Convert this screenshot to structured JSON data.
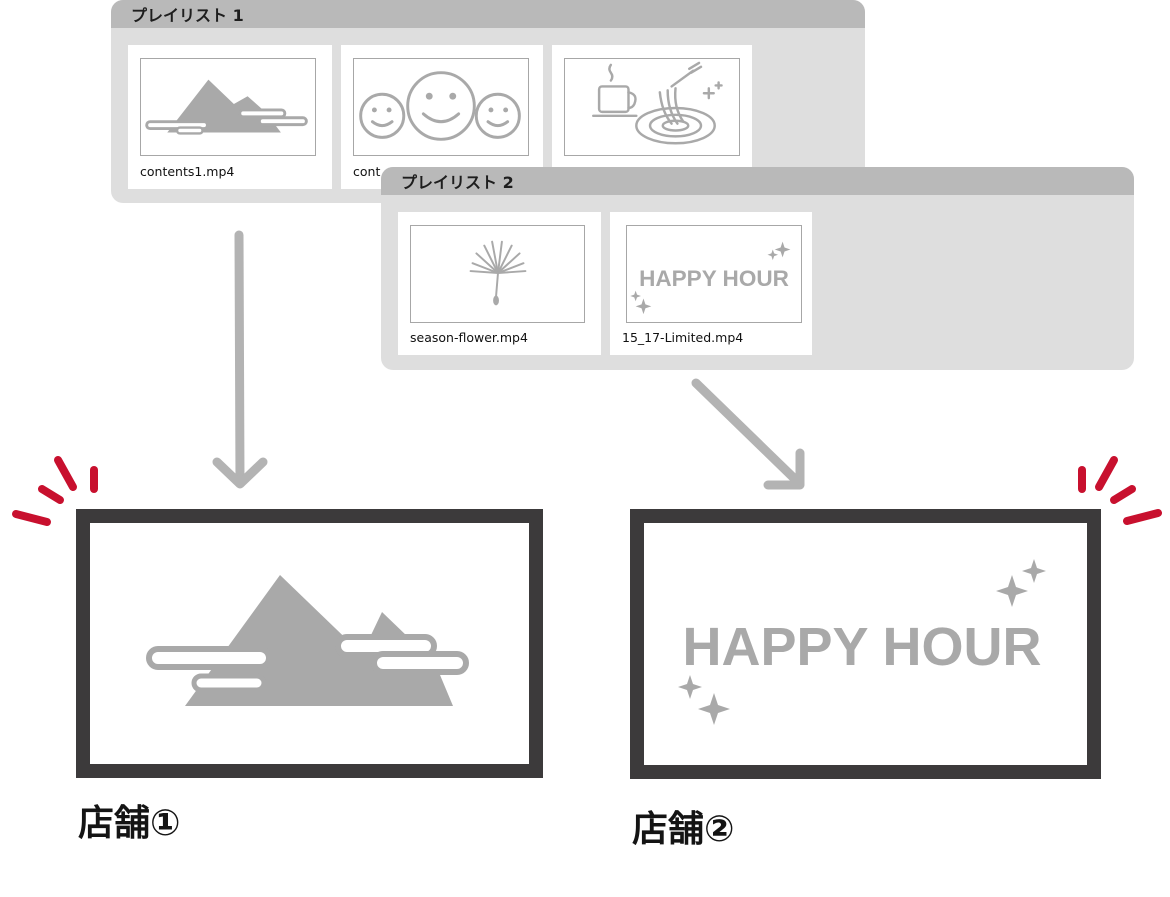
{
  "playlist1": {
    "title": "プレイリスト 1",
    "items": [
      {
        "filename": "contents1.mp4",
        "thumbnail_icon": "mountain-cloud-icon"
      },
      {
        "filename": "cont",
        "thumbnail_icon": "smiley-faces-icon"
      },
      {
        "filename": "",
        "thumbnail_icon": "coffee-pasta-icon"
      }
    ]
  },
  "playlist2": {
    "title": "プレイリスト 2",
    "items": [
      {
        "filename": "season-flower.mp4",
        "thumbnail_icon": "dandelion-icon"
      },
      {
        "filename": "15_17-Limited.mp4",
        "thumbnail_icon": "happy-hour-icon",
        "thumbnail_text": "HAPPY HOUR"
      }
    ]
  },
  "stores": [
    {
      "label": "店舗①",
      "screen_content": "mountain-cloud-icon"
    },
    {
      "label": "店舗②",
      "screen_content": "happy-hour-icon",
      "screen_text": "HAPPY HOUR"
    }
  ],
  "colors": {
    "playlist_bg": "#dedede",
    "playlist_header": "#b9b9b9",
    "arrow": "#b3b3b3",
    "illustration": "#a9a9a9",
    "screen_frame": "#3c3a3b",
    "alert_accent": "#c8102e"
  }
}
